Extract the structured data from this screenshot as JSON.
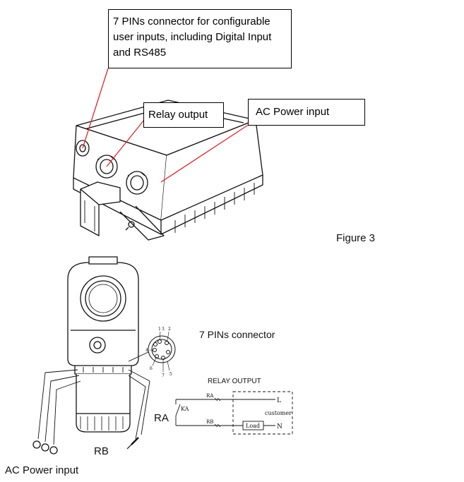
{
  "callouts": {
    "pins_connector": "7 PINs connector for configurable user inputs, including Digital Input and RS485",
    "relay_output": "Relay output",
    "ac_power_input": "AC Power input"
  },
  "figure_caption": "Figure 3",
  "lower_view": {
    "connector_title": "7 PINs connector",
    "pin_numbers": [
      "1",
      "2",
      "3",
      "4",
      "5",
      "6",
      "7"
    ],
    "ra_label": "RA",
    "rb_label": "RB",
    "ac_power_label": "AC Power input"
  },
  "relay_schematic": {
    "title": "RELAY OUTPUT",
    "ra_wire": "RA",
    "rb_wire": "RB",
    "ka_label": "KA",
    "l_label": "L",
    "n_label": "N",
    "customer_label": "customer",
    "load_label": "Load"
  },
  "colors": {
    "leader_lines": "#e0262a",
    "outline": "#111111"
  }
}
